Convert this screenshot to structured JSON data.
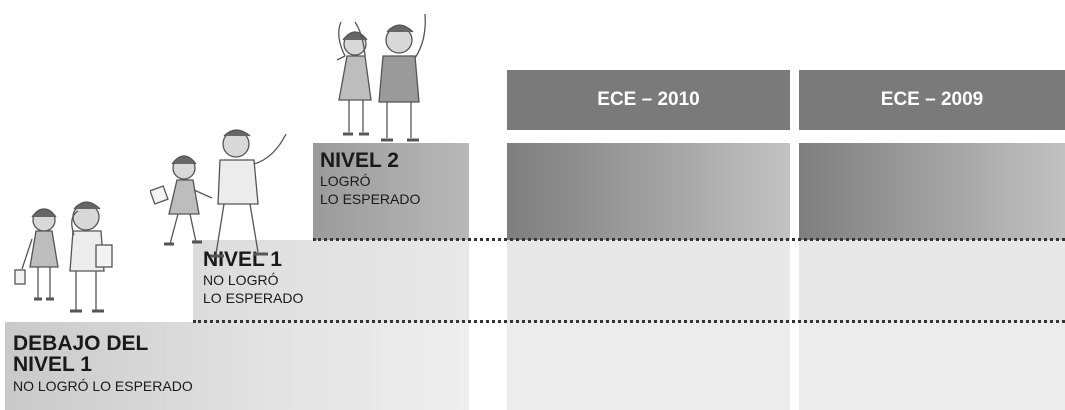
{
  "levels": {
    "nivel2": {
      "title": "NIVEL 2",
      "line1": "LOGRÓ",
      "line2": "LO ESPERADO"
    },
    "nivel1": {
      "title": "NIVEL 1",
      "line1": "NO LOGRÓ",
      "line2": "LO ESPERADO"
    },
    "debajo": {
      "title_line1": "DEBAJO DEL",
      "title_line2": "NIVEL 1",
      "subtitle": "NO LOGRÓ LO ESPERADO"
    }
  },
  "columns": [
    {
      "label": "ECE – 2010"
    },
    {
      "label": "ECE – 2009"
    }
  ],
  "colors": {
    "header": "#7a7a7a",
    "nivel2_fill": "#a3a3a3",
    "nivel1_fill": "#e8e8e8",
    "debajo_fill": "#ececec",
    "dotted_line": "#333333"
  }
}
